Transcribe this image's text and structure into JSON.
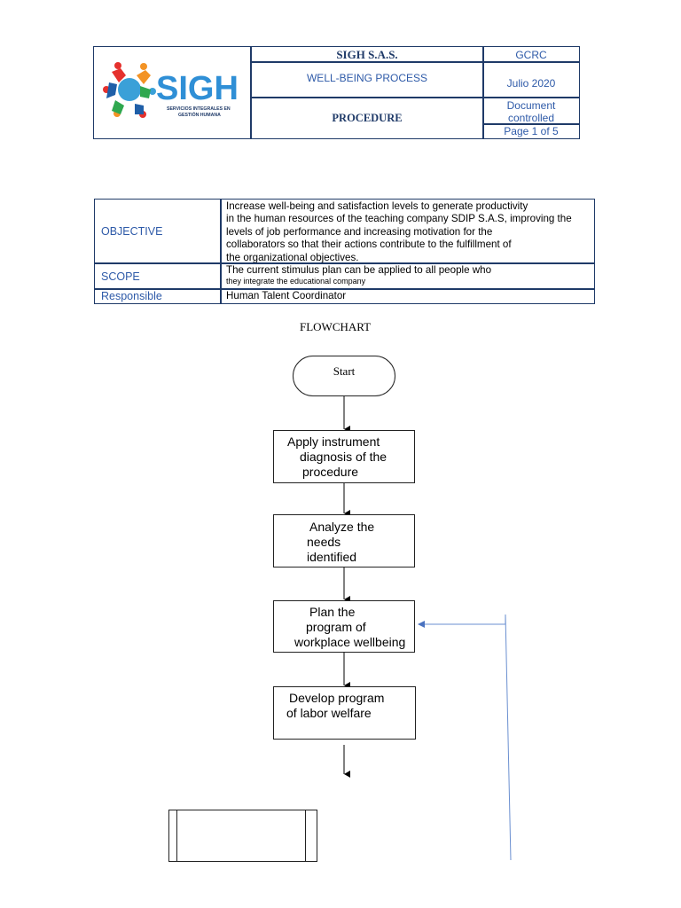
{
  "header": {
    "logo_text": "SIGH",
    "logo_subtitle": [
      "SERVICIOS INTEGRALES EN",
      "GESTIÓN HUMANA"
    ],
    "company": "SIGH S.A.S.",
    "process": "WELL-BEING PROCESS",
    "doc_type": "PROCEDURE",
    "code": "GCRC",
    "date": "Julio 2020",
    "control": [
      "Document",
      "controlled"
    ],
    "page": "Page 1 of 5"
  },
  "info": {
    "objective_label": "OBJECTIVE",
    "objective_lines": [
      "Increase well-being and satisfaction levels to generate productivity",
      "in the human resources of the teaching company SDIP S.A.S, improving the",
      "levels of job performance and increasing motivation for the",
      "collaborators so that their actions contribute to the fulfillment of",
      "the organizational objectives."
    ],
    "scope_label": "SCOPE",
    "scope_line1": "The current stimulus plan can be applied to all people who",
    "scope_line2": "they integrate the educational company",
    "responsible_label": "Responsible",
    "responsible_value": "Human Talent Coordinator"
  },
  "flowchart": {
    "title": "FLOWCHART",
    "start": "Start",
    "steps": [
      [
        "Apply instrument",
        "diagnosis of the",
        "procedure"
      ],
      [
        "Analyze the",
        "needs",
        "identified"
      ],
      [
        "Plan the",
        "program of",
        "workplace wellbeing"
      ],
      [
        "Develop program",
        "of labor welfare"
      ]
    ]
  },
  "colors": {
    "border_navy": "#1f3a68",
    "label_blue": "#2e5aa8",
    "feedback_line": "#6a8fd0"
  }
}
